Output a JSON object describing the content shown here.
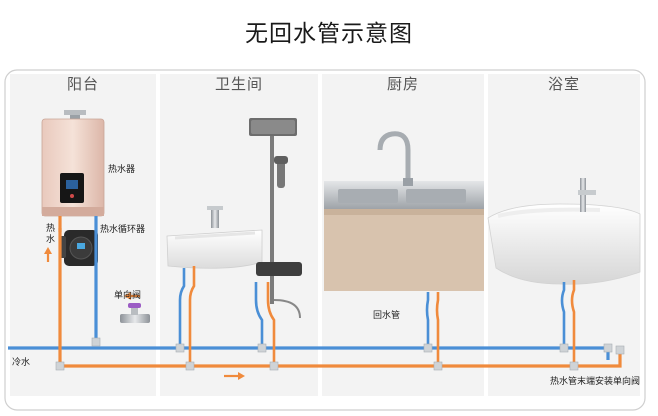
{
  "title": "无回水管示意图",
  "rooms": {
    "balcony": "阳台",
    "bathroom": "卫生间",
    "kitchen": "厨房",
    "shower_room": "浴室"
  },
  "labels": {
    "water_heater": "热水器",
    "hot_water_vertical": "热水",
    "circulation_pump": "热水循环器",
    "check_valve": "单向阀",
    "cold_water": "冷水",
    "return_pipe": "回水管",
    "end_check_valve": "热水管末端安装单向阀"
  },
  "colors": {
    "hot_pipe": "#f08a3c",
    "cold_pipe": "#4a8fd6",
    "frame": "#d0d0d0",
    "panel": "#f2f2f2"
  }
}
